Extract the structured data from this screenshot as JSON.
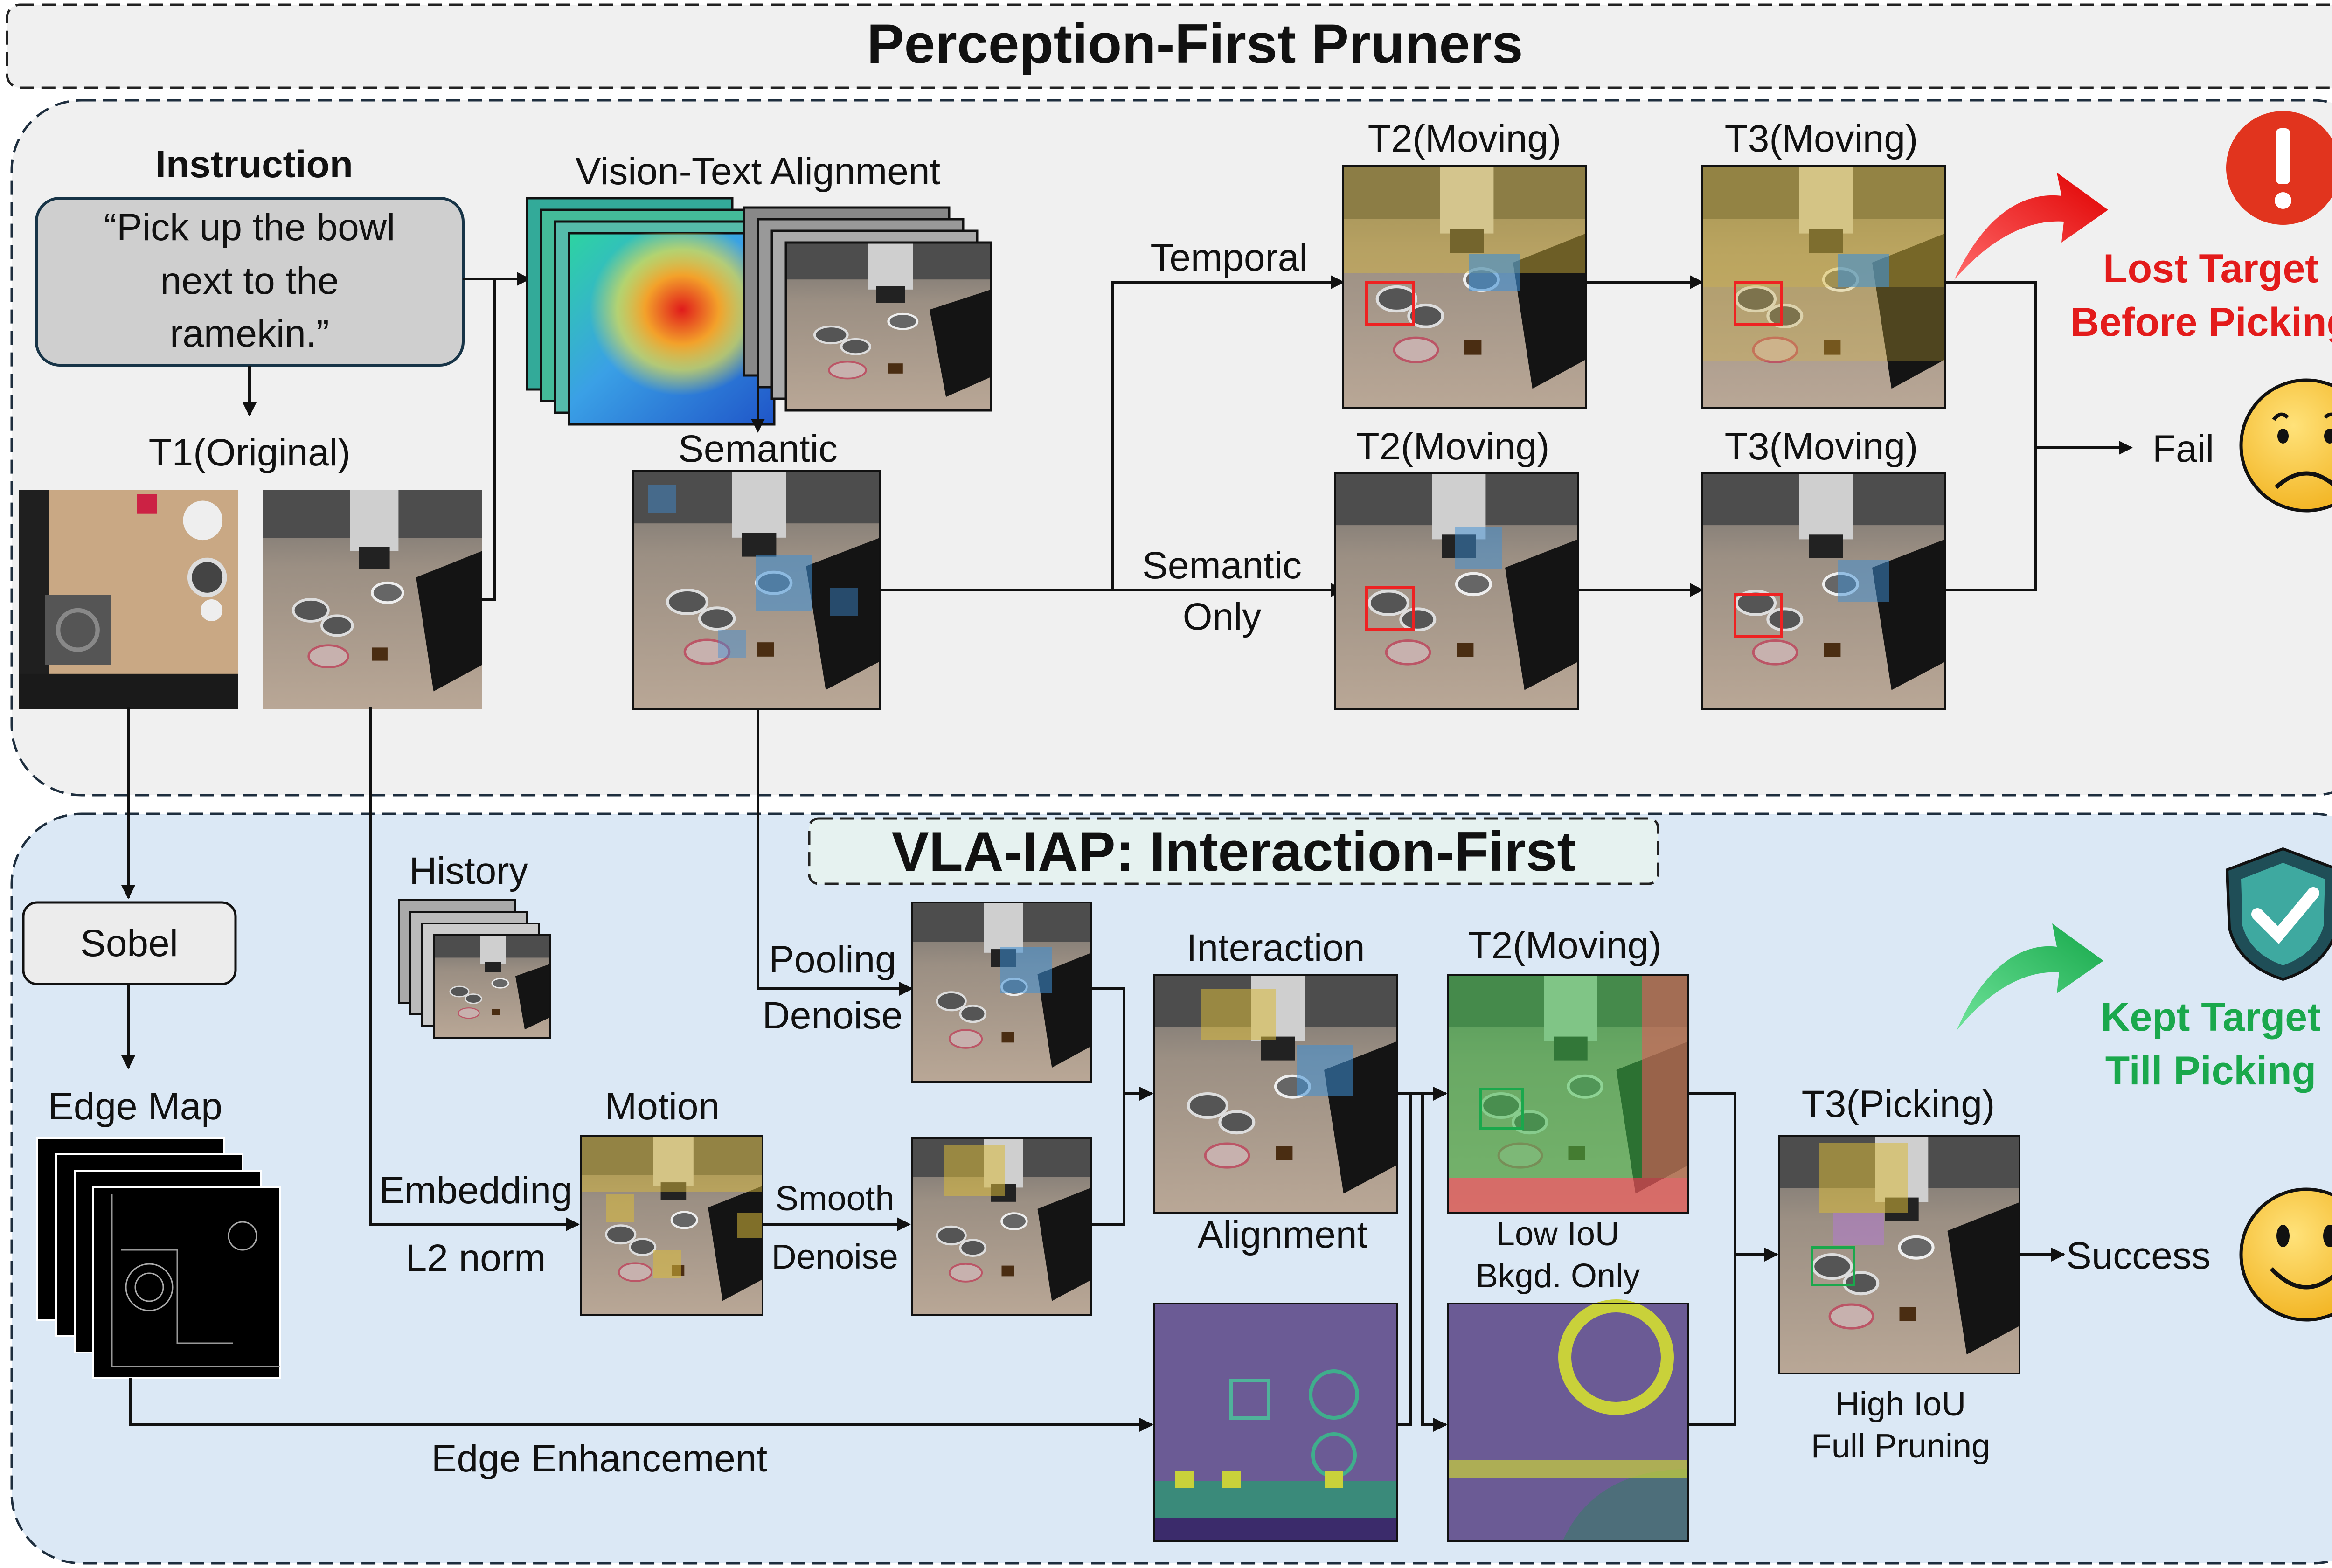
{
  "top_banner": {
    "title": "Perception-First Pruners"
  },
  "bottom_banner": {
    "title": "VLA-IAP: Interaction-First"
  },
  "top": {
    "instruction_title": "Instruction",
    "instruction_lines": [
      "“Pick up the bowl",
      "next to the",
      "ramekin.”"
    ],
    "t1_label": "T1(Original)",
    "vta_label": "Vision-Text Alignment",
    "semantic_label": "Semantic",
    "temporal_label": "Temporal",
    "semantic_only_lines": [
      "Semantic",
      "Only"
    ],
    "t2_moving": "T2(Moving)",
    "t3_moving": "T3(Moving)",
    "lost_lines": [
      "Lost Target",
      "Before Picking"
    ],
    "fail_label": "Fail"
  },
  "bottom": {
    "sobel": "Sobel",
    "edge_map": "Edge Map",
    "history": "History",
    "embedding": "Embedding",
    "l2_norm": "L2 norm",
    "motion": "Motion",
    "pooling": "Pooling",
    "denoise": "Denoise",
    "smooth": "Smooth",
    "denoise2": "Denoise",
    "interaction": "Interaction",
    "alignment": "Alignment",
    "t2_moving": "T2(Moving)",
    "low_iou_lines": [
      "Low IoU",
      "Bkgd. Only"
    ],
    "t3_picking": "T3(Picking)",
    "high_iou_lines": [
      "High IoU",
      "Full Pruning"
    ],
    "edge_enhancement": "Edge Enhancement",
    "kept_lines": [
      "Kept Target",
      "Till Picking"
    ],
    "success_label": "Success"
  },
  "colors": {
    "fail_red": "#e31b1b",
    "success_green": "#1aa84c",
    "top_panel_bg": "#f0f0f0",
    "bottom_panel_bg": "#dbe8f5"
  },
  "icons": [
    "alert-icon",
    "shield-check-icon",
    "sad-face-icon",
    "smile-face-icon",
    "red-curved-arrow-icon",
    "green-curved-arrow-icon"
  ]
}
